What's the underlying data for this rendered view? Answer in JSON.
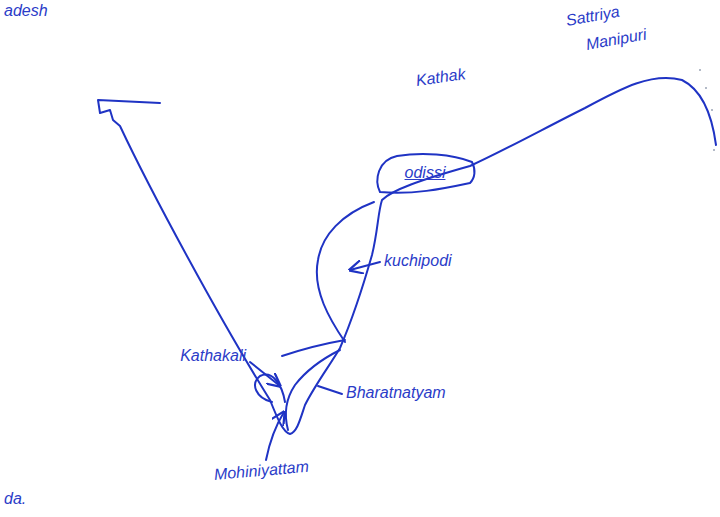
{
  "diagram": {
    "nodes": [
      {
        "text": [
          "odissi"
        ]
      }
    ],
    "labels": [
      "adesh",
      "Kathak",
      "Sattriya",
      "Manipuri",
      "kuchipodi",
      "Kathakali",
      "Bharatnatyam",
      "Mohiniyattam",
      "da."
    ]
  }
}
